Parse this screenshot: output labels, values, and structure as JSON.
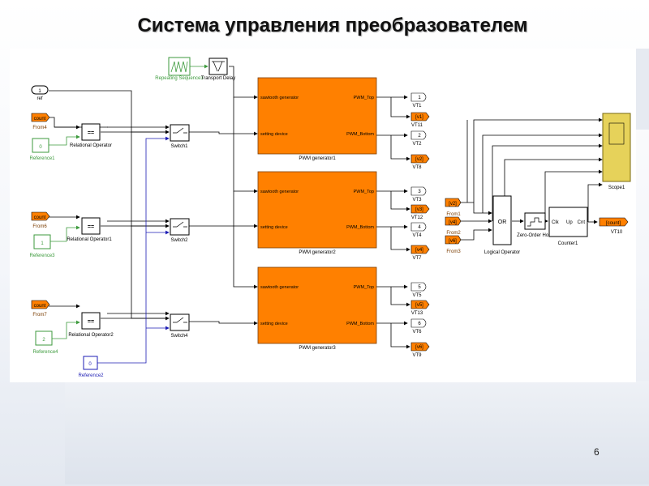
{
  "slide": {
    "title": "Система управления преобразователем",
    "page_number": "6"
  },
  "pwm": {
    "in1": "sawtooth generator",
    "in2": "setting device",
    "out1": "PWM_Top",
    "out2": "PWM_Bottom",
    "names": [
      "PWM generator1",
      "PWM generator2",
      "PWM generator3"
    ]
  },
  "source": {
    "repeating": "Repeating Sequence3",
    "delay": "Transport Delay"
  },
  "ref": {
    "value": "1",
    "name": "ref"
  },
  "froms": {
    "tag": "count",
    "names": [
      "From4",
      "From6",
      "From7"
    ]
  },
  "references": {
    "values": [
      "0",
      "1",
      "2"
    ],
    "names": [
      "Reference1",
      "Reference3",
      "Reference4"
    ]
  },
  "reference2": {
    "value": "0",
    "name": "Reference2"
  },
  "relops": {
    "sign": "==",
    "names": [
      "Relational Operator",
      "Relational Operator1",
      "Relational Operator2"
    ]
  },
  "switches": {
    "names": [
      "Switch1",
      "Switch2",
      "Switch4"
    ]
  },
  "outputs": [
    {
      "value": "1",
      "name": "VT1"
    },
    {
      "value": "[v1]",
      "name": "VT11"
    },
    {
      "value": "2",
      "name": "VT2"
    },
    {
      "value": "[v2]",
      "name": "VT8"
    },
    {
      "value": "3",
      "name": "VT3"
    },
    {
      "value": "[v3]",
      "name": "VT12"
    },
    {
      "value": "4",
      "name": "VT4"
    },
    {
      "value": "[v4]",
      "name": "VT7"
    },
    {
      "value": "5",
      "name": "VT5"
    },
    {
      "value": "[v5]",
      "name": "VT13"
    },
    {
      "value": "6",
      "name": "VT6"
    },
    {
      "value": "[v6]",
      "name": "VT9"
    }
  ],
  "logic": {
    "from_tags": [
      "[v2]",
      "[v4]",
      "[v6]"
    ],
    "from_names": [
      "From1",
      "From2",
      "From3"
    ],
    "op": "OR",
    "op_name": "Logical Operator",
    "zoh": "Zero-Order Hold",
    "counter_clk": "Clk",
    "counter_up": "Up",
    "counter_cnt": "Cnt",
    "counter_name": "Counter1",
    "goto_tag": "[count]",
    "goto_name": "VT10",
    "scope_name": "Scope1"
  },
  "colors": {
    "orange": "#ff8000",
    "scope": "#e6d25a",
    "green": "#3c9a3c",
    "blue": "#1c1cb4"
  }
}
